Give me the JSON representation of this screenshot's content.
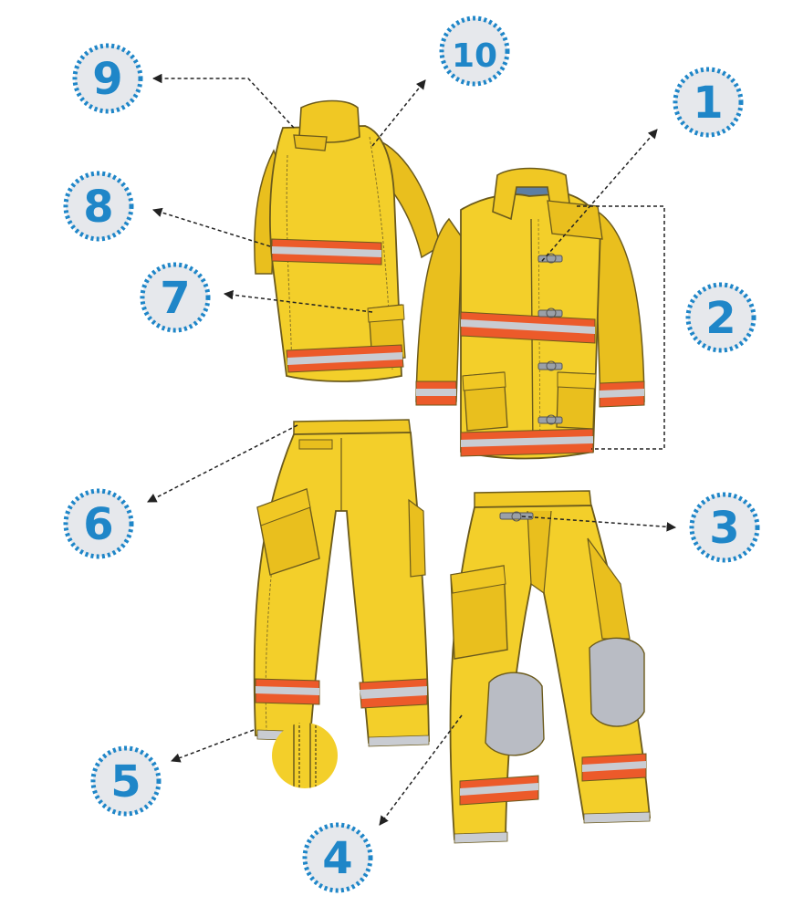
{
  "colors": {
    "fabric": "#f3cf2a",
    "fabric_shade": "#d9ad14",
    "fabric_light": "#f8df5a",
    "outline": "#6b5a1c",
    "stripe_orange": "#ec5a2a",
    "stripe_silver": "#c9ccd2",
    "knee_pad": "#b9bcc4",
    "badge_fill": "#e6e8ec",
    "badge_ring": "#1f86c8",
    "badge_text": "#1f86c8",
    "leader": "#333333"
  },
  "icons": {
    "hardware": "clip-hook-icon"
  },
  "callouts": [
    {
      "id": "1",
      "label": "1"
    },
    {
      "id": "2",
      "label": "2"
    },
    {
      "id": "3",
      "label": "3"
    },
    {
      "id": "4",
      "label": "4"
    },
    {
      "id": "5",
      "label": "5"
    },
    {
      "id": "6",
      "label": "6"
    },
    {
      "id": "7",
      "label": "7"
    },
    {
      "id": "8",
      "label": "8"
    },
    {
      "id": "9",
      "label": "9"
    },
    {
      "id": "10",
      "label": "10"
    }
  ]
}
